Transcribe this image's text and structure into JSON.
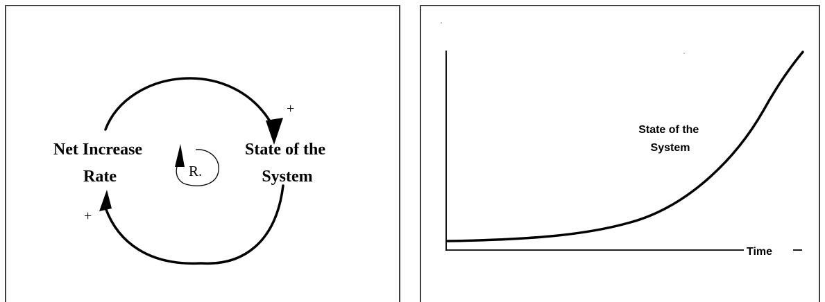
{
  "loop_diagram": {
    "left_node_line1": "Net Increase",
    "left_node_line2": "Rate",
    "right_node_line1": "State of the",
    "right_node_line2": "System",
    "loop_label": "R.",
    "top_polarity": "+",
    "bottom_polarity": "+"
  },
  "growth_chart": {
    "curve_label_line1": "State of the",
    "curve_label_line2": "System",
    "x_axis_label": "Time"
  }
}
